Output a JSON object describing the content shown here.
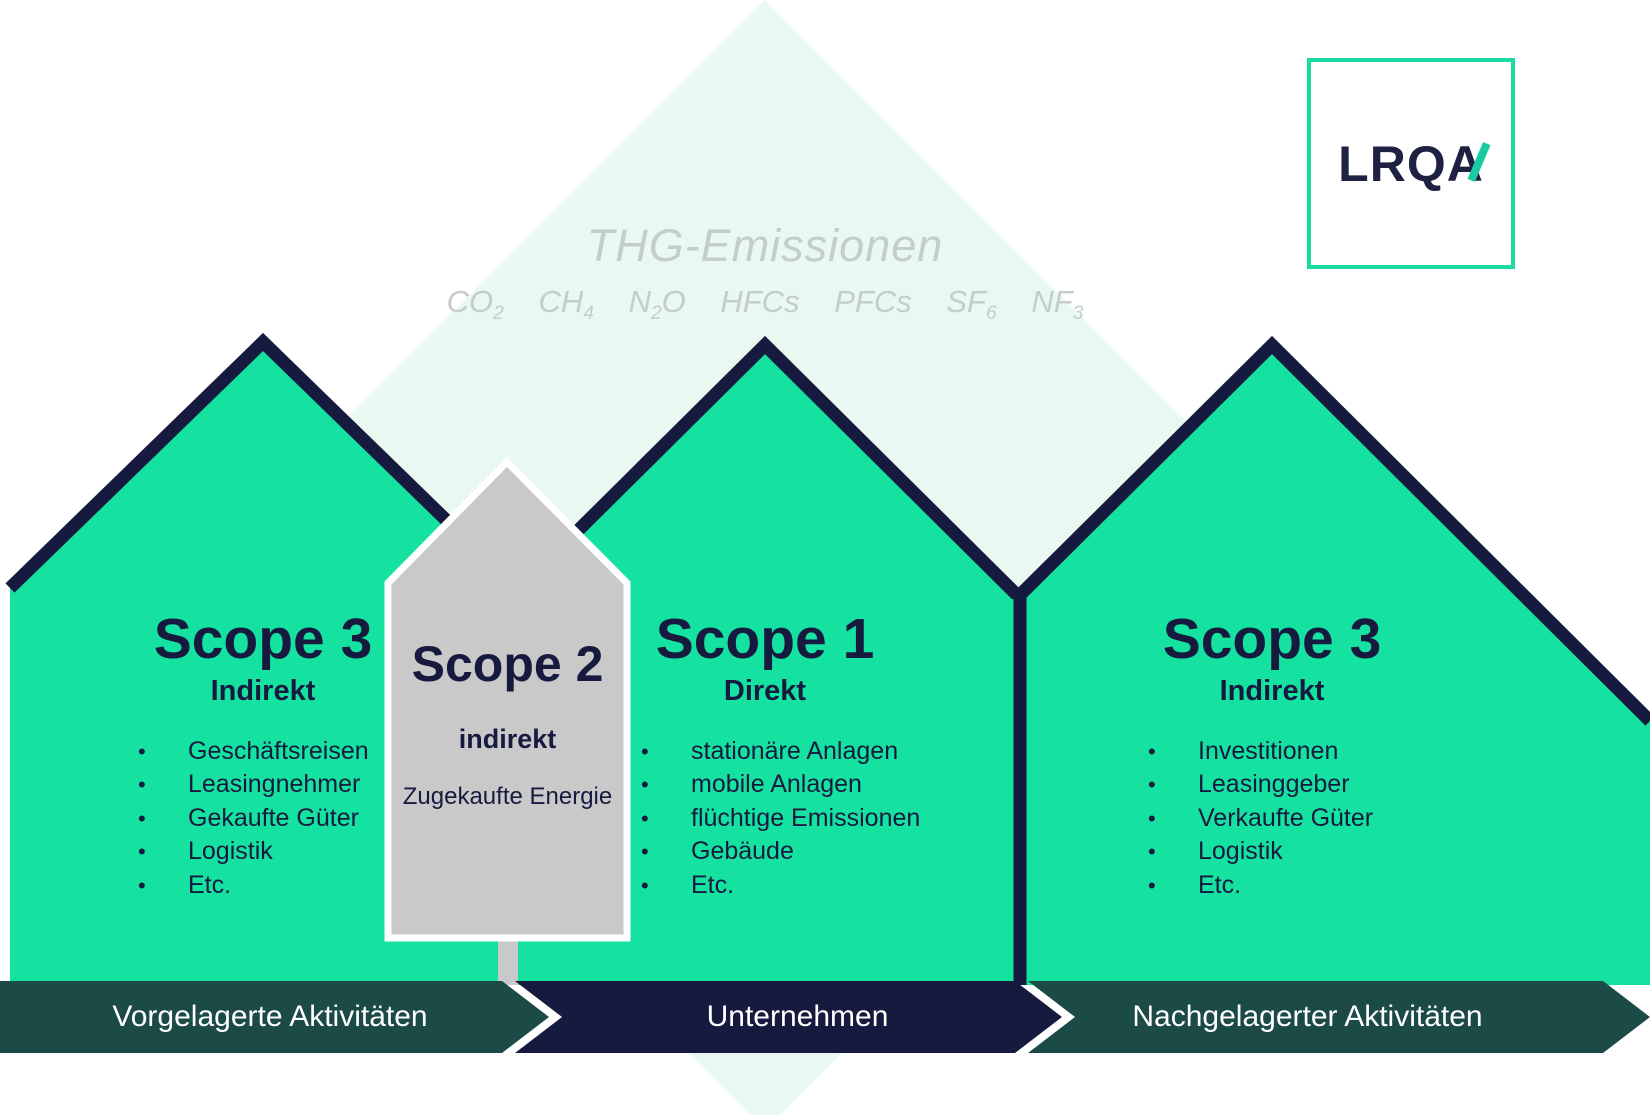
{
  "logo": {
    "text_main": "LRQ",
    "text_accent": "A"
  },
  "header": {
    "title": "THG-Emissionen",
    "formulas": [
      {
        "base": "CO",
        "sub": "2"
      },
      {
        "base": "CH",
        "sub": "4"
      },
      {
        "base": "N",
        "sub": "2",
        "tail": "O"
      },
      {
        "base": "HFCs"
      },
      {
        "base": "PFCs"
      },
      {
        "base": "SF",
        "sub": "6"
      },
      {
        "base": "NF",
        "sub": "3"
      }
    ]
  },
  "houses": {
    "scope3_left": {
      "title": "Scope 3",
      "subtitle": "Indirekt",
      "items": [
        "Geschäftsreisen",
        "Leasingnehmer",
        "Gekaufte Güter",
        "Logistik",
        "Etc."
      ]
    },
    "scope2": {
      "title": "Scope 2",
      "subtitle": "indirekt",
      "note": "Zugekaufte Energie"
    },
    "scope1": {
      "title": "Scope 1",
      "subtitle": "Direkt",
      "items": [
        "stationäre Anlagen",
        "mobile Anlagen",
        "flüchtige Emissionen",
        "Gebäude",
        "Etc."
      ]
    },
    "scope3_right": {
      "title": "Scope 3",
      "subtitle": "Indirekt",
      "items": [
        "Investitionen",
        "Leasinggeber",
        "Verkaufte Güter",
        "Logistik",
        "Etc."
      ]
    }
  },
  "banners": {
    "left": "Vorgelagerte Aktivitäten",
    "middle": "Unternehmen",
    "right": "Nachgelagerter Aktivitäten"
  },
  "colors": {
    "house_green": "#15E2A1",
    "diamond_light_green": "#E9F8F1",
    "navy": "#171A3F",
    "banner_teal": "#1B4A47",
    "scope2_gray": "#C9C9C9",
    "logo_teal": "#1ADBA2",
    "faint_text": "#C3CDC9"
  }
}
